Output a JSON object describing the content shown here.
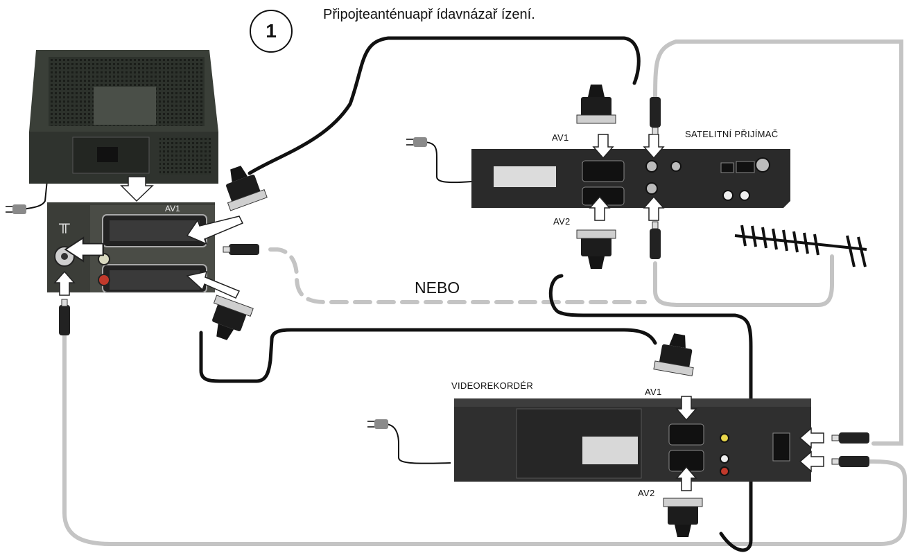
{
  "step": "1",
  "title": "Připojteanténuapř   ídavnázař ízení.",
  "labels": {
    "satellite": "SATELITNÍ PŘIJÍMAČ",
    "videorecorder": "VIDEOREKORDÉR",
    "or": "NEBO",
    "sat_av1": "AV1",
    "sat_av2": "AV2",
    "vcr_av1": "AV1",
    "vcr_av2": "AV2",
    "tv_av1": "AV1"
  },
  "colors": {
    "cable_black": "#111111",
    "cable_grey": "#c4c4c4",
    "device_dark": "#2a2a2a",
    "tv_body": "#3a3f38"
  }
}
